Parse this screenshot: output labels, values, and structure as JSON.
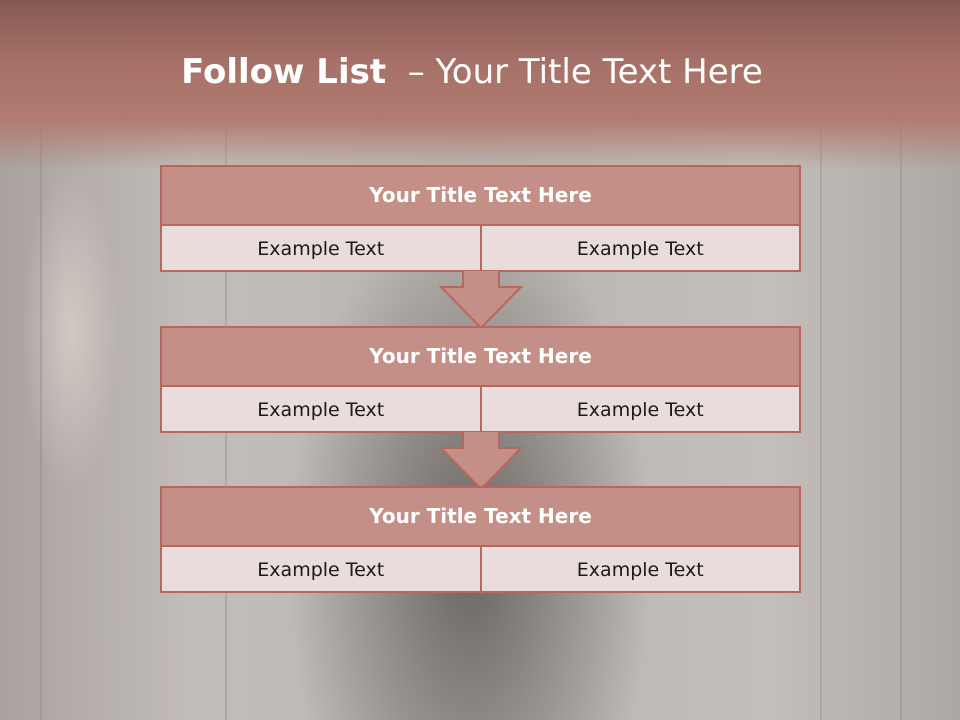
{
  "slide": {
    "title_bold": "Follow List",
    "title_rest": "  – Your Title Text Here"
  },
  "blocks": [
    {
      "title": "Your Title Text Here",
      "left": "Example Text",
      "right": "Example Text"
    },
    {
      "title": "Your Title Text Here",
      "left": "Example Text",
      "right": "Example Text"
    },
    {
      "title": "Your Title Text Here",
      "left": "Example Text",
      "right": "Example Text"
    }
  ],
  "colors": {
    "header": "#b17b71",
    "block_title": "#c38f86",
    "block_border": "#b6685f",
    "block_body": "#e8dcdc"
  }
}
